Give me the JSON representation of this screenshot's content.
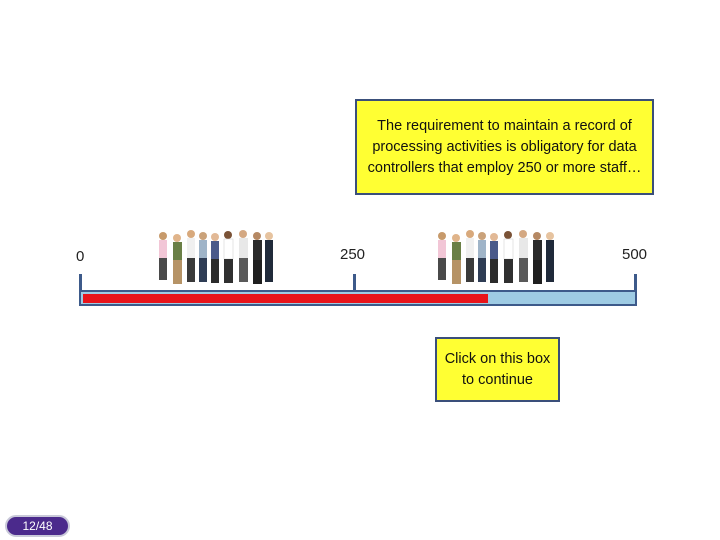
{
  "info_box": {
    "text": "The requirement to maintain a record of processing activities is obligatory for data controllers that employ 250 or more staff…"
  },
  "scale": {
    "min_label": "0",
    "mid_label": "250",
    "max_label": "500",
    "min": 0,
    "max": 500,
    "fill_value": 368,
    "colors": {
      "fill": "#e8141a",
      "track": "#9ecbe3",
      "border": "#3d5a8a"
    }
  },
  "continue_button": {
    "label": "Click on this box to continue"
  },
  "page_indicator": {
    "text": "12/48"
  },
  "images": [
    {
      "icon": "people-group-icon",
      "description": "Group of office staff"
    },
    {
      "icon": "people-group-icon",
      "description": "Group of office staff"
    }
  ]
}
